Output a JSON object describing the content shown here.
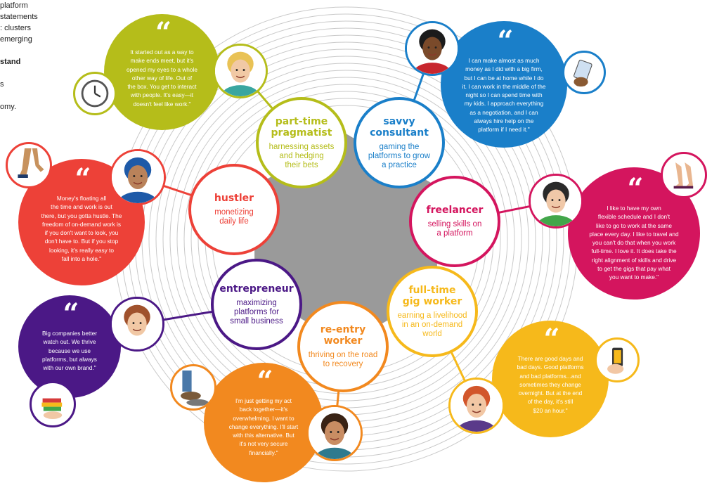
{
  "side_text": [
    "platform",
    "statements",
    ": clusters",
    "emerging",
    "",
    "stand",
    "",
    "s",
    "",
    "omy."
  ],
  "center_color": "#9a9a9a",
  "personas": [
    {
      "title": "part-time\npragmatist",
      "subtitle": "harnessing assets\nand hedging\ntheir bets",
      "color": "#b5bd1a",
      "quote": "It started out as a way to\nmake ends meet, but it's\nopened my eyes to a whole\nother way of life. Out of\nthe box. You get to interact\nwith people. It's easy—it\ndoesn't feel like work.\"",
      "avatar": "woman-blonde-avatar",
      "icon": "clock-icon"
    },
    {
      "title": "savvy\nconsultant",
      "subtitle": "gaming the\nplatforms to grow\na practice",
      "color": "#1a7fc9",
      "quote": "I can make almost as much\nmoney as I did with a big firm,\nbut I can be at home while I do\nit. I can work in the middle of the\nnight so I can spend time with\nmy kids. I approach everything\nas a negotiation, and I can\nalways hire help on the\nplatform if I need it.\"",
      "avatar": "man-dark-avatar",
      "icon": "cards-hand-icon"
    },
    {
      "title": "freelancer",
      "subtitle": "selling skills on\na platform",
      "color": "#d4155e",
      "quote": "I like to have my own\nflexible schedule and I don't\nlike to go to work at the same\nplace every day. I like to travel and\nyou can't do that when you work\nfull-time. I love it. It does take the\nright alignment of skills and drive\nto get the gigs that pay what\nyou want to make.\"",
      "avatar": "woman-dark-hair-avatar",
      "icon": "heels-icon"
    },
    {
      "title": "full-time\ngig worker",
      "subtitle": "earning a livelihood\nin an on-demand\nworld",
      "color": "#f6b91b",
      "quote": "There are good days and\nbad days. Good platforms\nand bad platforms...and\nsometimes they change\novernight. But at the end\nof the day, it's still\n$20 an hour.\"",
      "avatar": "man-red-beard-avatar",
      "icon": "phone-hand-icon"
    },
    {
      "title": "re-entry\nworker",
      "subtitle": "thriving on the road\nto recovery",
      "color": "#f2891f",
      "quote": "I'm just getting my act\nback together—it's\noverwhelming. I want to\nchange everything. I'll start\nwith this alternative. But\nit's not very secure\nfinancially.\"",
      "avatar": "woman-brown-hair-avatar",
      "icon": "feet-icon"
    },
    {
      "title": "entrepreneur",
      "subtitle": "maximizing\nplatforms for\nsmall business",
      "color": "#4b1886",
      "quote": "Big companies better\nwatch out. We thrive\nbecause we use\nplatforms, but always\nwith our own brand.\"",
      "avatar": "woman-glasses-avatar",
      "icon": "books-hand-icon"
    },
    {
      "title": "hustler",
      "subtitle": "monetizing\ndaily life",
      "color": "#ed4138",
      "quote": "Money's floating all\nthe time and work is out\nthere, but you gotta hustle. The\nfreedom of on-demand work is\nif you don't want to look, you\ndon't have to. But if you stop\nlooking, it's really easy to\nfall into a hole.\"",
      "avatar": "man-cap-avatar",
      "icon": "walking-legs-icon"
    }
  ]
}
